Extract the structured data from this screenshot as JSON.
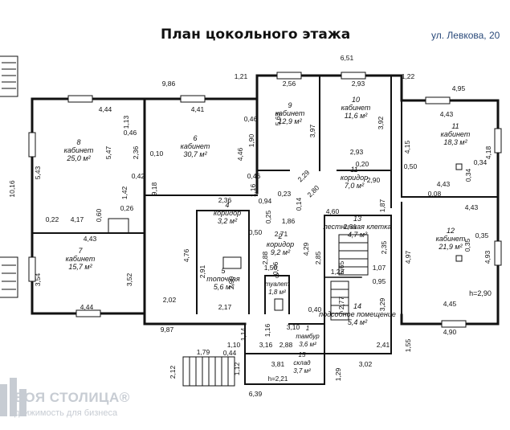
{
  "header": {
    "title": "План цокольного этажа",
    "address": "ул. Левкова, 20"
  },
  "watermark": {
    "brand": "ВОЯ СТОЛИЦА®",
    "tagline": "движимость для бизнеса"
  },
  "rooms": [
    {
      "id": "r1",
      "num": "1",
      "name": "тамбур",
      "area": "3,6 м²"
    },
    {
      "id": "r2",
      "num": "2",
      "name": "коридор",
      "area": "9,2 м²"
    },
    {
      "id": "r3",
      "num": "3",
      "name": "туалет",
      "area": "1,8 м²"
    },
    {
      "id": "r4",
      "num": "4",
      "name": "коридор",
      "area": "3,2 м²"
    },
    {
      "id": "r5",
      "num": "5",
      "name": "топочная",
      "area": "5,6 м²"
    },
    {
      "id": "r6",
      "num": "6",
      "name": "кабинет",
      "area": "30,7 м²"
    },
    {
      "id": "r7",
      "num": "7",
      "name": "кабинет",
      "area": "15,7 м²"
    },
    {
      "id": "r8",
      "num": "8",
      "name": "кабинет",
      "area": "25,0 м²"
    },
    {
      "id": "r9",
      "num": "9",
      "name": "кабинет",
      "area": "12,9 м²"
    },
    {
      "id": "r10",
      "num": "10",
      "name": "кабинет",
      "area": "11,6 м²"
    },
    {
      "id": "r11",
      "num": "11",
      "name": "кабинет",
      "area": "18,3 м²"
    },
    {
      "id": "r11b",
      "num": "11",
      "name": "коридор",
      "area": "7,0 м²"
    },
    {
      "id": "r12",
      "num": "12",
      "name": "кабинет",
      "area": "21,9 м²"
    },
    {
      "id": "r13",
      "num": "13",
      "name": "лестничная клетка",
      "area": "4,7 м²"
    },
    {
      "id": "r14",
      "num": "14",
      "name": "подсобное помещение",
      "area": "5,4 м²"
    },
    {
      "id": "r15",
      "num": "15",
      "name": "склад",
      "area": "3,7 м²"
    }
  ],
  "heights": [
    "h=2,90",
    "h=2,21"
  ],
  "dimensions": [
    "9,86",
    "1,21",
    "2,56",
    "2,93",
    "6,51",
    "1,22",
    "4,95",
    "4,44",
    "4,41",
    "4,43",
    "10,16",
    "5,43",
    "5,47",
    "1,13",
    "0,46",
    "2,36",
    "0,10",
    "0,42",
    "9,18",
    "1,42",
    "0,60",
    "0,26",
    "0,22",
    "4,17",
    "4,43",
    "3,54",
    "3,52",
    "4,44",
    "9,87",
    "2,02",
    "4,76",
    "2,91",
    "2,90",
    "2,17",
    "2,36",
    "0,50",
    "0,46",
    "1,90",
    "4,46",
    "0,46",
    "1,16",
    "0,94",
    "0,23",
    "0,25",
    "2,71",
    "1,86",
    "2,88",
    "0,14",
    "2,29",
    "2,80",
    "5,63",
    "3,97",
    "3,92",
    "2,93",
    "0,20",
    "2,90",
    "4,60",
    "1,87",
    "0,50",
    "4,15",
    "4,18",
    "0,34",
    "0,34",
    "0,08",
    "4,43",
    "4,43",
    "4,97",
    "0,35",
    "0,35",
    "4,93",
    "4,45",
    "4,90",
    "2,31",
    "2,35",
    "1,07",
    "0,95",
    "5,65",
    "1,22",
    "2,77",
    "3,29",
    "4,29",
    "2,85",
    "0,40",
    "0,46",
    "1,50",
    "3,10",
    "1,16",
    "1,14",
    "1,10",
    "3,16",
    "2,88",
    "2,41",
    "1,55",
    "3,81",
    "3,02",
    "1,79",
    "0,44",
    "2,12",
    "1,12",
    "1,29",
    "6,39"
  ]
}
